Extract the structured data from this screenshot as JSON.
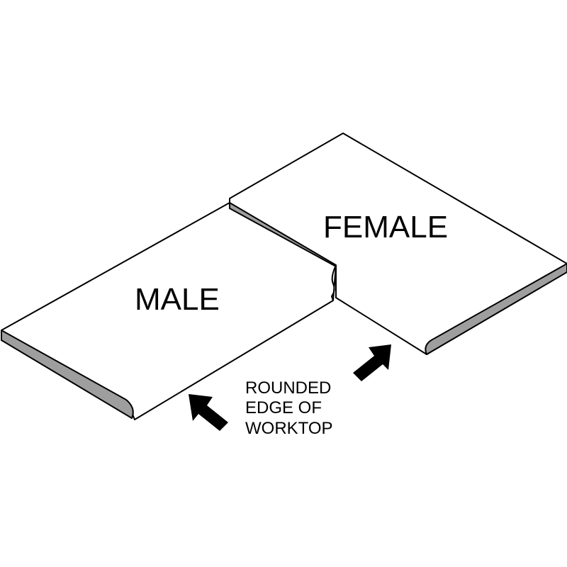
{
  "diagram": {
    "male_label": "MALE",
    "female_label": "FEMALE",
    "callout_lines": [
      "ROUNDED",
      "EDGE OF",
      "WORKTOP"
    ]
  },
  "colors": {
    "background": "#ffffff",
    "outline": "#000000",
    "edge_fill": "#9e9e9e",
    "arrow_fill": "#000000"
  }
}
